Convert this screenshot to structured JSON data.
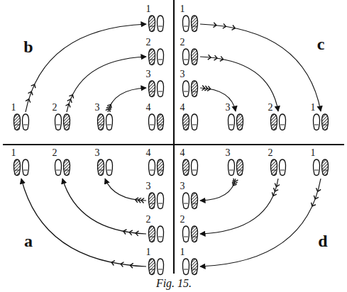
{
  "diagram": {
    "caption": "Fig. 15.",
    "labels": [
      "b",
      "c",
      "1",
      "1",
      "2",
      "2",
      "3",
      "3",
      "1",
      "2",
      "3",
      "4",
      "4",
      "3",
      "2",
      "1",
      "1",
      "2",
      "3",
      "4",
      "4",
      "3",
      "2",
      "1",
      "3",
      "3",
      "2",
      "2",
      "1",
      "1",
      "a",
      "d"
    ]
  }
}
